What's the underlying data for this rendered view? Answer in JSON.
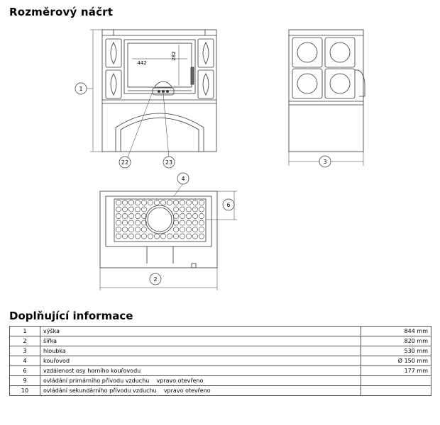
{
  "section_title": "Rozměrový náčrt",
  "info_title": "Doplňující informace",
  "callouts": {
    "c1": "1",
    "c2": "2",
    "c3": "3",
    "c4": "4",
    "c6": "6",
    "c22": "22",
    "c23": "23",
    "dim_442": "442",
    "dim_282": "282"
  },
  "rows": [
    {
      "num": "1",
      "desc": "výška",
      "value": "844 mm"
    },
    {
      "num": "2",
      "desc": "šířka",
      "value": "820 mm"
    },
    {
      "num": "3",
      "desc": "hloubka",
      "value": "530 mm"
    },
    {
      "num": "4",
      "desc": "kouřovod",
      "value": "Ø 150 mm"
    },
    {
      "num": "6",
      "desc": "vzdálenost osy horního kouřovodu",
      "value": "177 mm"
    },
    {
      "num": "9",
      "desc": "ovládání primárního přívodu vzduchu    vpravo otevřeno",
      "value": ""
    },
    {
      "num": "10",
      "desc": "ovládání sekundárního přívodu vzduchu    vpravo otevřeno",
      "value": ""
    }
  ]
}
